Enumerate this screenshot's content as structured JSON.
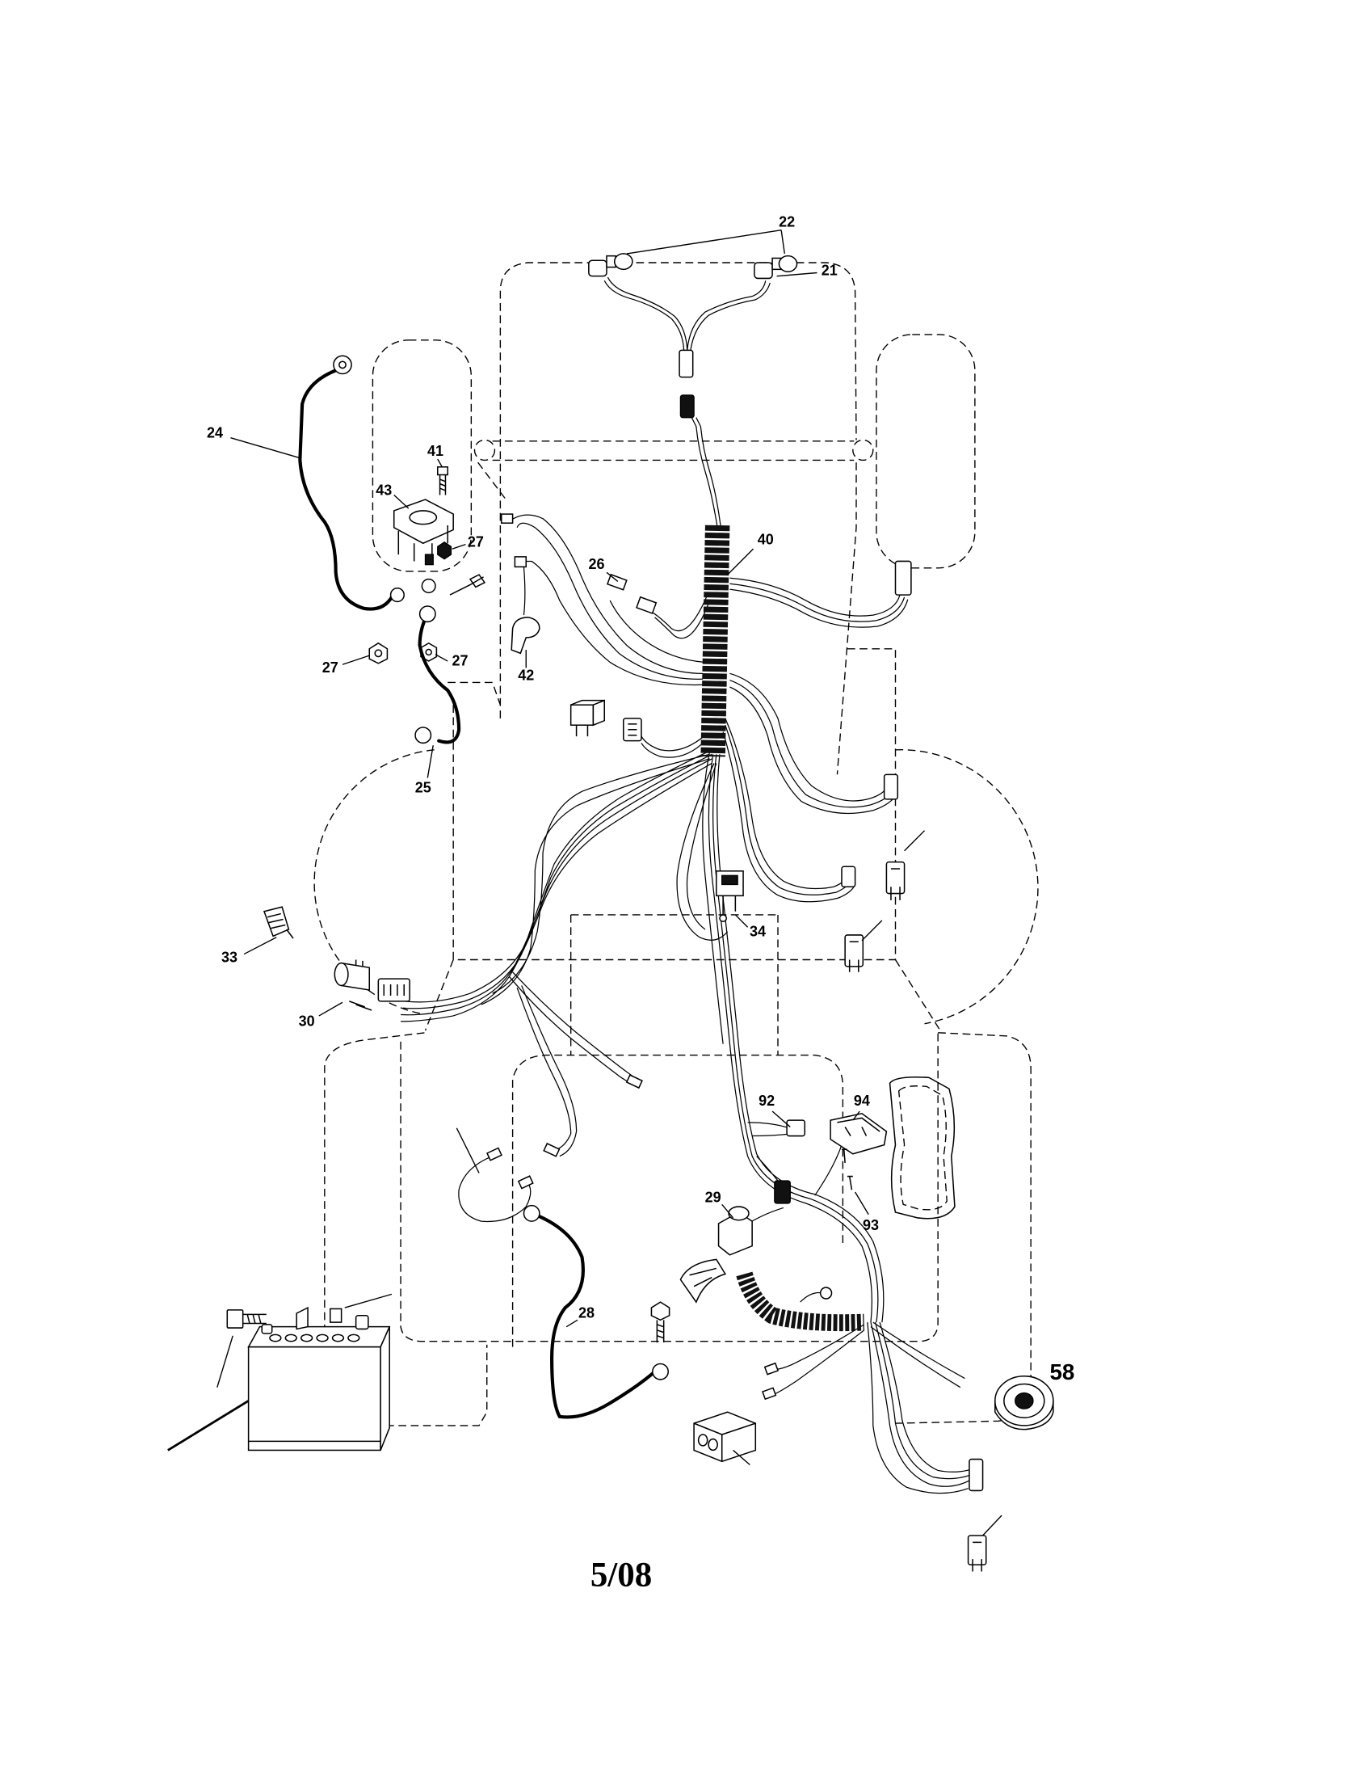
{
  "callouts": {
    "p22": "22",
    "p21": "21",
    "p24": "24",
    "p41": "41",
    "p43": "43",
    "p27_top": "27",
    "p27_left": "27",
    "p27_right": "27",
    "p40": "40",
    "p26": "26",
    "p42": "42",
    "p25": "25",
    "p34": "34",
    "p33": "33",
    "p30": "30",
    "p92": "92",
    "p94": "94",
    "p93": "93",
    "p29": "29",
    "p28": "28",
    "p58": "58"
  },
  "footer": {
    "date_code": "5/08"
  }
}
